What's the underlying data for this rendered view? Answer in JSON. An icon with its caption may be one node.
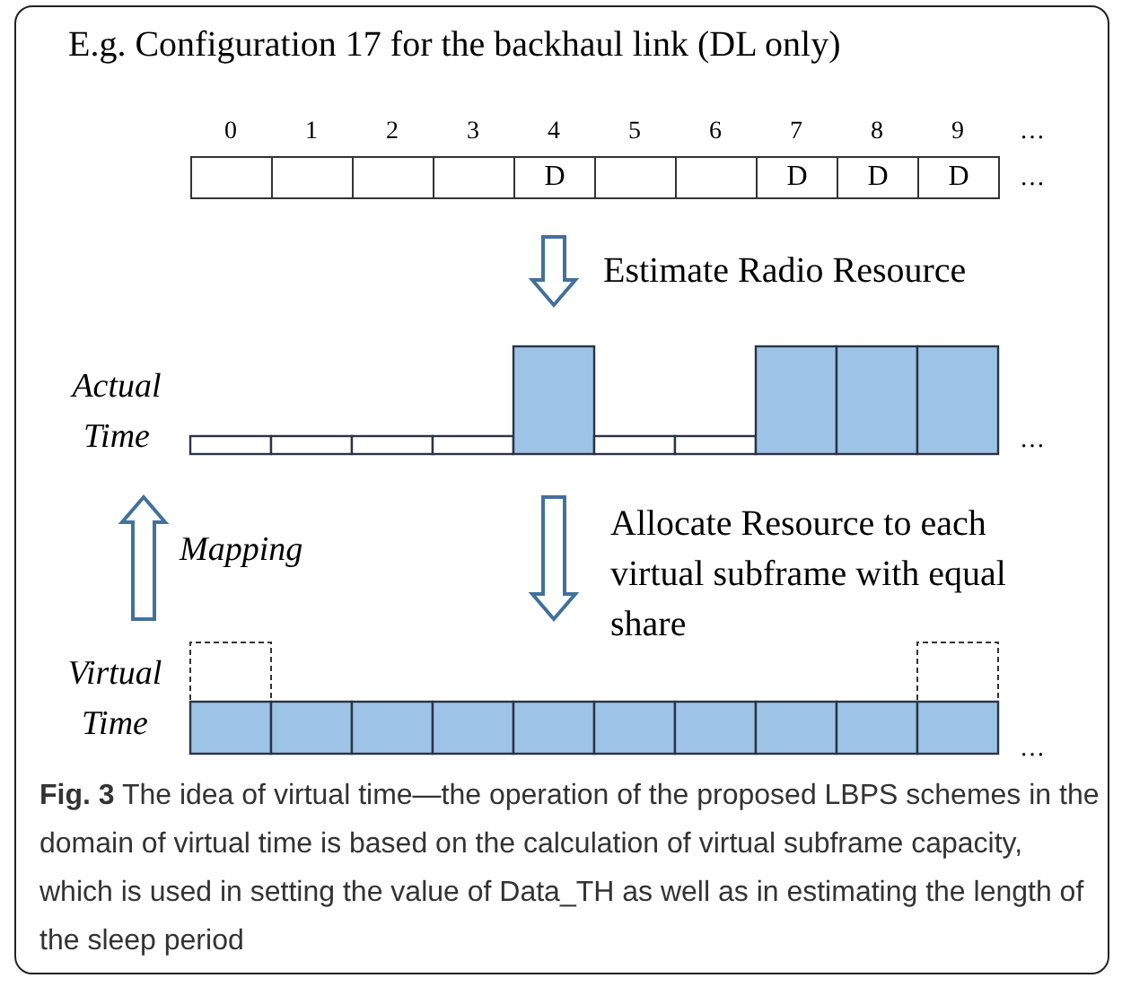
{
  "diagram": {
    "title": "E.g. Configuration 17 for the backhaul link (DL only)",
    "caption": "**Fig. 3** The idea of virtual time—the operation of the proposed LBPS schemes in the domain of virtual time is based on the calculation of virtual subframe capacity, which is used in setting the value of Data_TH as well as in estimating the length of the sleep period",
    "nodes": [
      {
        "text": [],
        "shape": "box",
        "beside": [
          "0"
        ]
      },
      {
        "text": [],
        "shape": "box",
        "beside": [
          "1"
        ]
      },
      {
        "text": [],
        "shape": "box",
        "beside": [
          "2"
        ]
      },
      {
        "text": [],
        "shape": "box",
        "beside": [
          "3"
        ]
      },
      {
        "text": [
          "D"
        ],
        "beside": [
          "4"
        ]
      },
      {
        "text": [],
        "shape": "box",
        "beside": [
          "5"
        ]
      },
      {
        "text": [],
        "shape": "box",
        "beside": [
          "6"
        ]
      },
      {
        "text": [
          "D"
        ],
        "beside": [
          "7"
        ]
      },
      {
        "text": [
          "D"
        ],
        "beside": [
          "8"
        ]
      },
      {
        "text": [
          "D"
        ],
        "beside": [
          "9"
        ]
      }
    ],
    "labels": [
      "…",
      "…",
      "Estimate Radio Resource",
      "Actual Time",
      "…",
      "Mapping",
      "Allocate Resource to each virtual subframe with equal share",
      "Virtual Time",
      "…"
    ]
  }
}
